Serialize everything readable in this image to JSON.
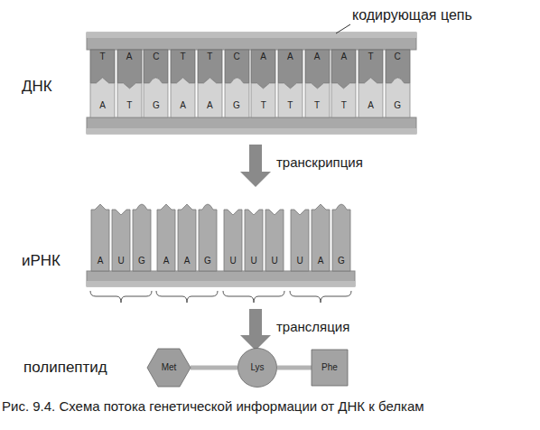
{
  "diagram": {
    "caption": "Рис. 9.4. Схема потока генетической информации от ДНК к белкам",
    "nodes": [
      {
        "text": [
          "T"
        ]
      },
      {
        "text": [
          "A"
        ]
      },
      {
        "text": [
          "C"
        ]
      },
      {
        "text": [
          "T"
        ]
      },
      {
        "text": [
          "T"
        ]
      },
      {
        "text": [
          "C"
        ]
      },
      {
        "text": [
          "A"
        ]
      },
      {
        "text": [
          "A"
        ]
      },
      {
        "text": [
          "A"
        ]
      },
      {
        "text": [
          "A"
        ]
      },
      {
        "text": [
          "T"
        ]
      },
      {
        "text": [
          "C"
        ]
      },
      {
        "text": [
          "A"
        ]
      },
      {
        "text": [
          "T"
        ]
      },
      {
        "text": [
          "G"
        ]
      },
      {
        "text": [
          "A"
        ]
      },
      {
        "text": [
          "A"
        ]
      },
      {
        "text": [
          "G"
        ]
      },
      {
        "text": [
          "T"
        ]
      },
      {
        "text": [
          "T"
        ]
      },
      {
        "text": [
          "T"
        ]
      },
      {
        "text": [
          "T"
        ]
      },
      {
        "text": [
          "A"
        ]
      },
      {
        "text": [
          "G"
        ]
      },
      {
        "text": [
          "A"
        ]
      },
      {
        "text": [
          "U"
        ]
      },
      {
        "text": [
          "G"
        ]
      },
      {
        "text": [
          "A"
        ]
      },
      {
        "text": [
          "A"
        ]
      },
      {
        "text": [
          "G"
        ]
      },
      {
        "text": [
          "U"
        ]
      },
      {
        "text": [
          "U"
        ]
      },
      {
        "text": [
          "U"
        ]
      },
      {
        "text": [
          "U"
        ]
      },
      {
        "text": [
          "A"
        ]
      },
      {
        "text": [
          "G"
        ]
      },
      {
        "text": [
          "Met"
        ]
      },
      {
        "text": [
          "Lys"
        ]
      },
      {
        "text": [
          "Phe"
        ]
      }
    ],
    "edges": [
      {
        "from": 36,
        "to": 37,
        "arrow": "none"
      },
      {
        "from": 37,
        "to": 38,
        "arrow": "none"
      }
    ],
    "labels": [
      "кодирующая цепь",
      "ДНК",
      "транскрипция",
      "иРНК",
      "трансляция",
      "полипептид"
    ]
  }
}
